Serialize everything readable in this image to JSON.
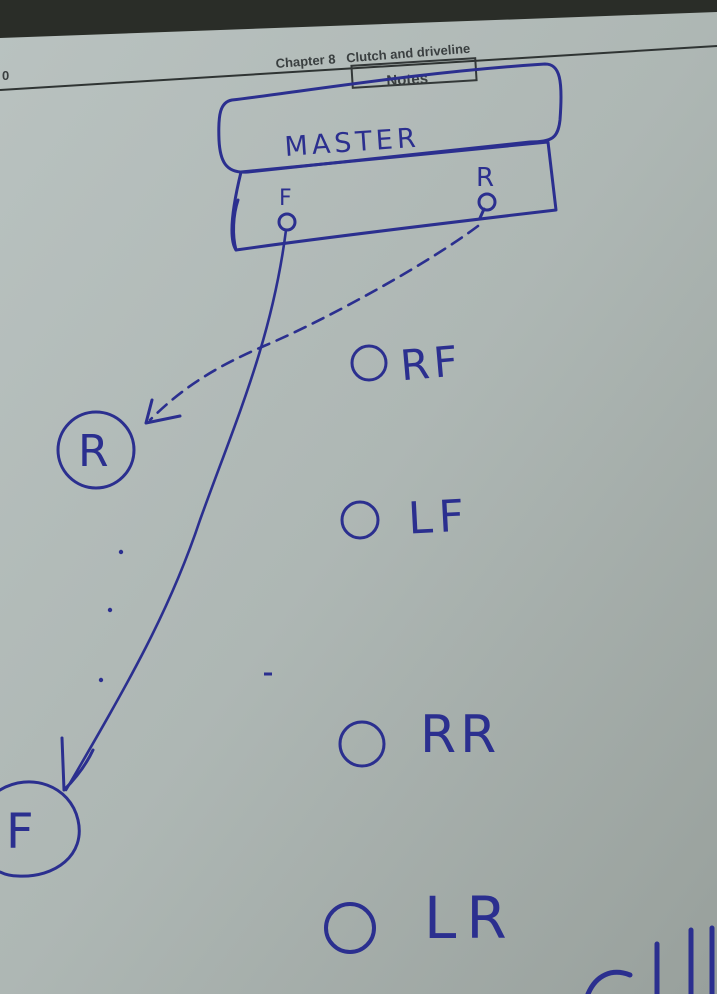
{
  "header": {
    "page_number": "0",
    "chapter_title": "Chapter 8   Clutch and driveline",
    "notes_label": "Notes"
  },
  "sketch": {
    "master_label": "MASTER",
    "front_port": "F",
    "rear_port": "R",
    "rear_circuit_label": "R",
    "front_circuit_label": "F",
    "wheels": [
      {
        "label": "RF"
      },
      {
        "label": "LF"
      },
      {
        "label": "RR"
      },
      {
        "label": "LR"
      }
    ],
    "ink_color": "#2b2f8f"
  }
}
